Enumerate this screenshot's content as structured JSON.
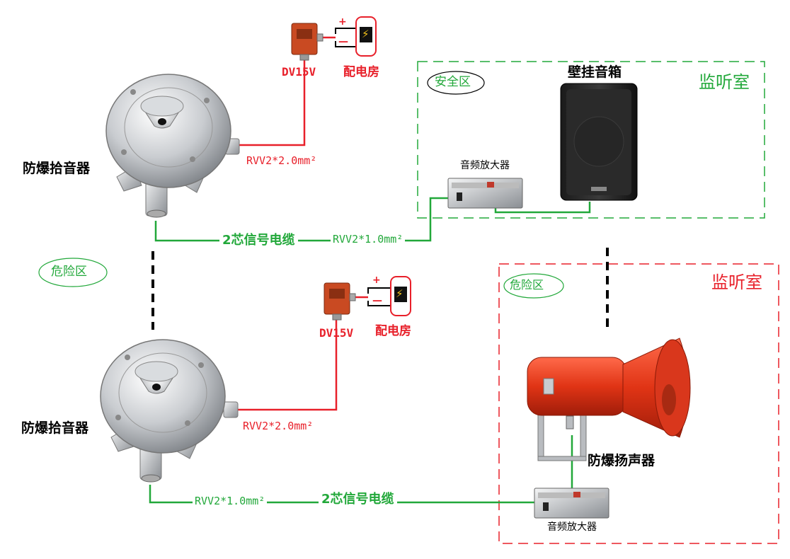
{
  "colors": {
    "red": "#e8202a",
    "green": "#22a83a",
    "black": "#000000"
  },
  "top": {
    "pickup_label": "防爆拾音器",
    "power_voltage": "DV15V",
    "power_room": "配电房",
    "plus_sign": "+",
    "minus_sign": "—",
    "power_cable": "RVV2*2.0mm²",
    "signal_cable": "2芯信号电缆",
    "signal_spec": "RVV2*1.0mm²",
    "danger_zone": "危险区",
    "safe_zone": "安全区",
    "speaker_label": "壁挂音箱",
    "amp_label": "音频放大器",
    "room_label": "监听室"
  },
  "bottom": {
    "pickup_label": "防爆拾音器",
    "power_voltage": "DV15V",
    "power_room": "配电房",
    "plus_sign": "+",
    "minus_sign": "—",
    "power_cable": "RVV2*2.0mm²",
    "signal_spec": "RVV2*1.0mm²",
    "signal_cable": "2芯信号电缆",
    "danger_zone": "危险区",
    "room_label": "监听室",
    "horn_label": "防爆扬声器",
    "amp_label": "音频放大器"
  },
  "icons": {
    "pickup": "explosion-proof-microphone-icon",
    "junction_box": "junction-box-icon",
    "power": "lightning-icon",
    "amplifier": "amplifier-icon",
    "wall_speaker": "wall-speaker-icon",
    "horn": "horn-speaker-icon"
  }
}
